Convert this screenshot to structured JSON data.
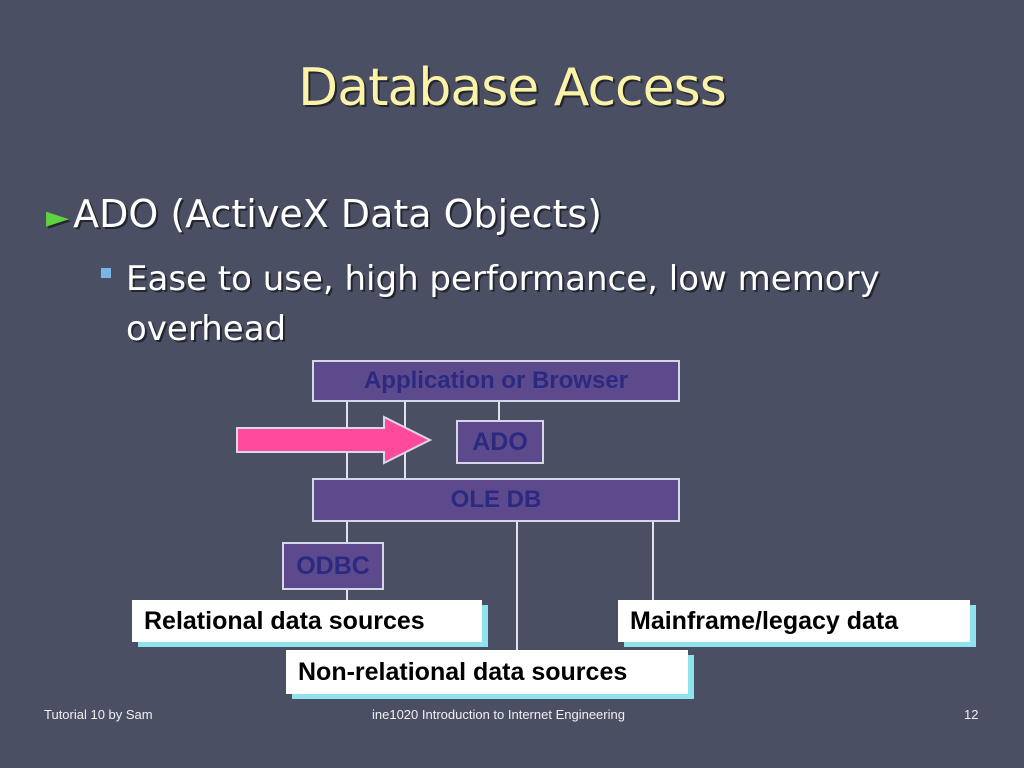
{
  "title": "Database Access",
  "bullets": {
    "level1": "ADO (ActiveX Data Objects)",
    "level2": "Ease to use, high performance, low memory overhead"
  },
  "diagram": {
    "app_box": "Application or Browser",
    "ado_box": "ADO",
    "oledb_box": "OLE DB",
    "odbc_box": "ODBC",
    "relational": "Relational data sources",
    "mainframe": "Mainframe/legacy data",
    "nonrelational": "Non-relational data sources"
  },
  "footer": {
    "left": "Tutorial 10 by Sam",
    "center": "ine1020 Introduction to Internet Engineering",
    "page": "12"
  },
  "colors": {
    "background": "#4b4f63",
    "title": "#fbf4a8",
    "arrow": "#ff4a9e",
    "box_purple": "#5c4a8c"
  }
}
